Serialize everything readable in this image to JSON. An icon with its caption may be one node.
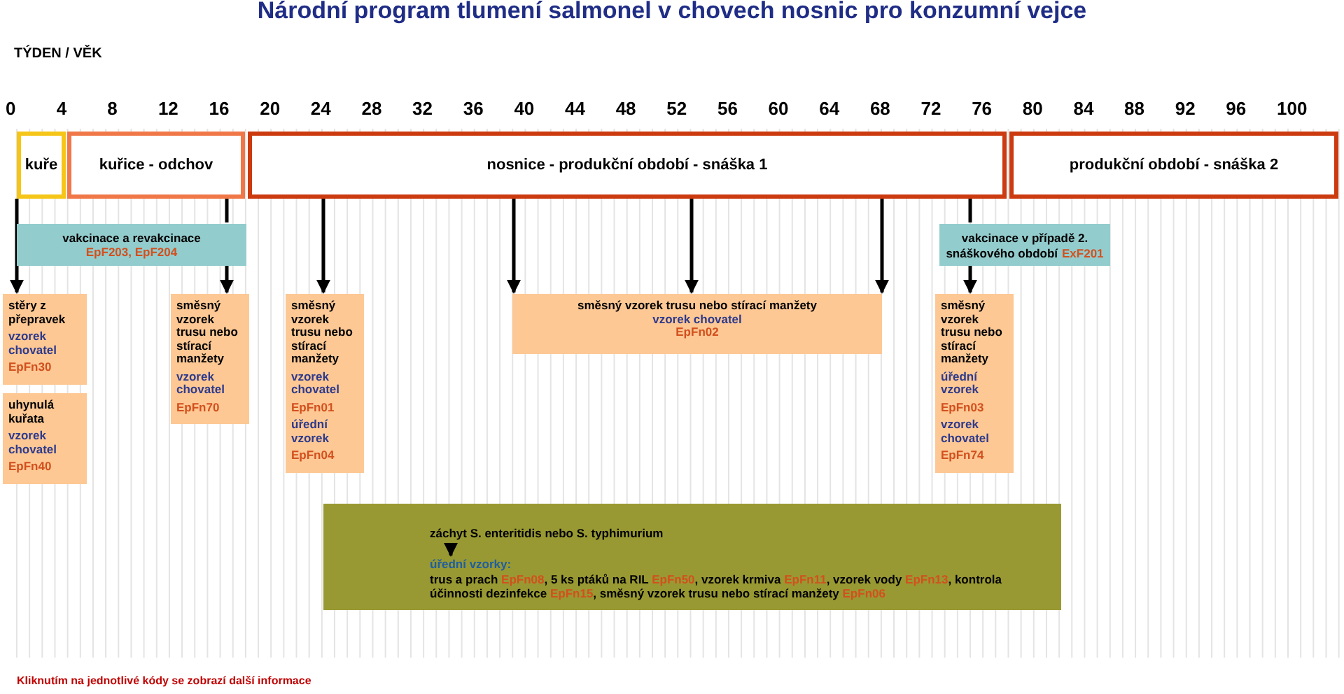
{
  "diagram": {
    "title": "Národní program tlumení salmonel v chovech nosnic pro konzumní vejce",
    "nodes": [
      {
        "text": [
          "kuře"
        ]
      },
      {
        "text": [
          "kuřice - odchov"
        ]
      },
      {
        "text": [
          "nosnice - produkční období - snáška 1"
        ]
      },
      {
        "text": [
          "produkční období - snáška 2"
        ]
      },
      {
        "text": [
          "vakcinace a revakcinace",
          "EpF203, EpF204"
        ]
      },
      {
        "text": [
          "vakcinace v případě 2. snáškového období",
          "ExF201"
        ]
      },
      {
        "text": [
          "stěry z přepravek",
          "vzorek chovatel",
          "EpFn30"
        ]
      },
      {
        "text": [
          "uhynulá kuřata",
          "vzorek chovatel",
          "EpFn40"
        ]
      },
      {
        "text": [
          "směsný vzorek trusu nebo stírací manžety",
          "vzorek chovatel",
          "EpFn70"
        ]
      },
      {
        "text": [
          "směsný vzorek trusu nebo stírací manžety",
          "vzorek chovatel",
          "EpFn01",
          "úřední vzorek",
          "EpFn04"
        ]
      },
      {
        "text": [
          "směsný vzorek trusu nebo stírací manžety",
          "vzorek chovatel",
          "EpFn02"
        ]
      },
      {
        "text": [
          "směsný vzorek trusu nebo stírací manžety",
          "úřední vzorek",
          "EpFn03",
          "vzorek chovatel",
          "EpFn74"
        ]
      },
      {
        "text": [],
        "shape": "box"
      },
      {
        "text": [
          "záchyt S. enteritidis nebo S. typhimurium"
        ],
        "in": 12
      },
      {
        "text": [
          "úřední vzorky:",
          "trus a prach **EpFn08**, 5 ks ptáků na RIL **EpFn50**, vzorek krmiva **EpFn11**, vzorek vody **EpFn13**, kontrola účinnosti dezinfekce **EpFn15**, směsný vzorek trusu nebo stírací manžety **EpFn06**"
        ],
        "in": 12
      }
    ],
    "edges": [
      {
        "from": 0,
        "to": 6,
        "arrow": "to"
      },
      {
        "from": 1,
        "to": 4,
        "arrow": "none"
      },
      {
        "from": 4,
        "to": 8,
        "arrow": "to"
      },
      {
        "from": 2,
        "to": 9,
        "arrow": "to"
      },
      {
        "from": 2,
        "to": 10,
        "arrow": "to"
      },
      {
        "from": 2,
        "to": 10,
        "arrow": "to"
      },
      {
        "from": 2,
        "to": 10,
        "arrow": "to"
      },
      {
        "from": 2,
        "to": 5,
        "arrow": "none"
      },
      {
        "from": 5,
        "to": 11,
        "arrow": "to"
      },
      {
        "from": 13,
        "to": 14,
        "arrow": "to"
      }
    ],
    "labels": [
      "TÝDEN / VĚK",
      "0",
      "4",
      "8",
      "12",
      "16",
      "20",
      "24",
      "28",
      "32",
      "36",
      "40",
      "44",
      "48",
      "52",
      "56",
      "60",
      "64",
      "68",
      "72",
      "76",
      "80",
      "84",
      "88",
      "92",
      "96",
      "100",
      "Kliknutím na jednotlivé kódy se zobrazí další informace"
    ]
  }
}
